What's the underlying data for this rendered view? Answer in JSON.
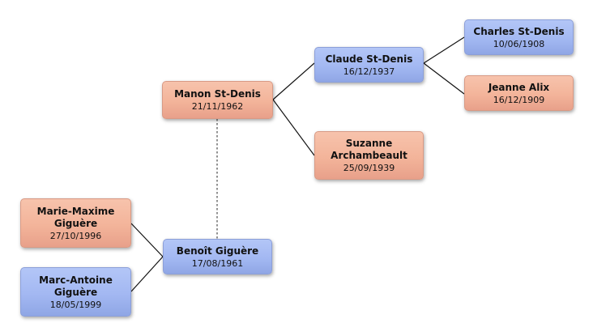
{
  "people": {
    "manon": {
      "name": "Manon St-Denis",
      "date": "21/11/1962"
    },
    "claude": {
      "name": "Claude St-Denis",
      "date": "16/12/1937"
    },
    "suzanne": {
      "name": "Suzanne Archambeault",
      "date": "25/09/1939"
    },
    "charles": {
      "name": "Charles St-Denis",
      "date": "10/06/1908"
    },
    "jeanne": {
      "name": "Jeanne Alix",
      "date": "16/12/1909"
    },
    "benoit": {
      "name": "Benoît Giguère",
      "date": "17/08/1961"
    },
    "marie_maxime": {
      "name": "Marie-Maxime Giguère",
      "date": "27/10/1996"
    },
    "marc_antoine": {
      "name": "Marc-Antoine Giguère",
      "date": "18/05/1999"
    }
  },
  "colors": {
    "female": "#f3b49a",
    "male": "#a3b8f2",
    "connector": "#111111",
    "spouse_link": "#777777"
  }
}
